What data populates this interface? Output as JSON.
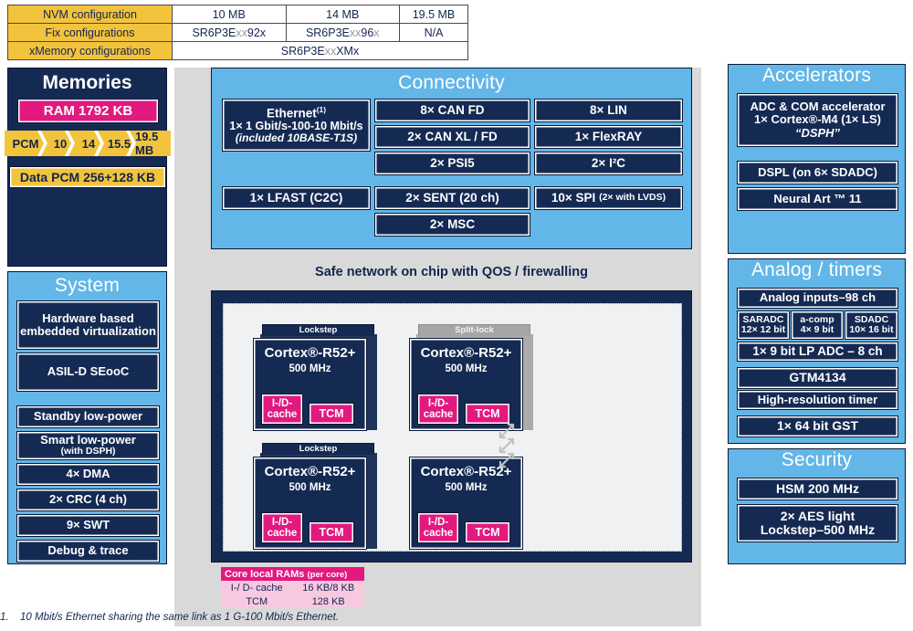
{
  "config_table": {
    "rows": [
      {
        "header": "NVM configuration",
        "cells": [
          "10 MB",
          "14 MB",
          "19.5 MB"
        ]
      },
      {
        "header": "Fix configurations",
        "cells": [
          "SR6P3Exx92x",
          "SR6P3Exx96x",
          "N/A"
        ]
      },
      {
        "header": "xMemory configurations",
        "cells": [
          "SR6P3ExxXMx"
        ]
      }
    ],
    "fix_parts": [
      {
        "a": "SR6P3E",
        "b": "xx",
        "c": "92x"
      },
      {
        "a": "SR6P3E",
        "b": "xx",
        "c": "96",
        "d": "x"
      }
    ],
    "xmemory_parts": {
      "a": "SR6P3E",
      "b": "xx",
      "c": "XMx"
    }
  },
  "memories": {
    "title": "Memories",
    "ram": "RAM 1792 KB",
    "pcm_segments": [
      "PCM",
      "10",
      "14",
      "15.5",
      "19.5 MB"
    ],
    "data_pcm": "Data PCM 256+128 KB"
  },
  "system": {
    "title": "System",
    "items": [
      {
        "label": "Hardware based embedded virtualization"
      },
      {
        "label": "ASIL-D SEooC"
      },
      {
        "label": "Standby low-power"
      },
      {
        "label": "Smart low-power",
        "sub": "(with DSPH)"
      },
      {
        "label": "4× DMA"
      },
      {
        "label": "2× CRC (4 ch)"
      },
      {
        "label": "9× SWT"
      },
      {
        "label": "Debug & trace"
      }
    ]
  },
  "connectivity": {
    "title": "Connectivity",
    "ethernet": {
      "line1": "Ethernet",
      "footnote_marker": "(1)",
      "line2": "1× 1 Gbit/s-100-10 Mbit/s",
      "line3": "(included 10BASE-T1S)"
    },
    "lfast": "1× LFAST (C2C)",
    "column_mid": [
      "8× CAN FD",
      "2× CAN XL / FD",
      "2× PSI5",
      "2× SENT (20 ch)",
      "2× MSC"
    ],
    "column_right": [
      "8× LIN",
      "1× FlexRAY",
      "2× I²C"
    ],
    "spi": {
      "main": "10× SPI",
      "sub": "(2× with LVDS)"
    }
  },
  "noc": {
    "label": "Safe network on chip with QOS / firewalling"
  },
  "cores": [
    {
      "tab": "Lockstep",
      "tab_style": "lock",
      "name": "Cortex®-R52+",
      "freq": "500 MHz",
      "cache": "I-/D-cache",
      "tcm": "TCM"
    },
    {
      "tab": "Split-lock",
      "tab_style": "split",
      "name": "Cortex®-R52+",
      "freq": "500 MHz",
      "cache": "I-/D-cache",
      "tcm": "TCM"
    },
    {
      "tab": "Lockstep",
      "tab_style": "lock",
      "name": "Cortex®-R52+",
      "freq": "500 MHz",
      "cache": "I-/D-cache",
      "tcm": "TCM"
    },
    {
      "tab": "",
      "tab_style": "none",
      "name": "Cortex®-R52+",
      "freq": "500 MHz",
      "cache": "I-/D-cache",
      "tcm": "TCM"
    }
  ],
  "core_ram_table": {
    "header": "Core local RAMs",
    "header_sub": "(per core)",
    "rows": [
      {
        "label": "I-/ D- cache",
        "value": "16 KB/8 KB"
      },
      {
        "label": "TCM",
        "value": "128 KB"
      }
    ]
  },
  "accelerators": {
    "title": "Accelerators",
    "main": {
      "line1": "ADC & COM accelerator",
      "line2": "1× Cortex®-M4 (1× LS)",
      "line3": "“DSPH”"
    },
    "items": [
      "DSPL (on 6× SDADC)",
      "Neural Art ™ 11"
    ]
  },
  "analog": {
    "title": "Analog / timers",
    "inputs": "Analog inputs–98 ch",
    "adc_row": [
      {
        "name": "SARADC",
        "spec": "12× 12 bit"
      },
      {
        "name": "a-comp",
        "spec": "4× 9 bit"
      },
      {
        "name": "SDADC",
        "spec": "10× 16 bit"
      }
    ],
    "lp_adc": "1× 9 bit LP ADC – 8 ch",
    "gtm": "GTM4134",
    "hrt": "High-resolution timer",
    "gst": "1× 64 bit GST"
  },
  "security": {
    "title": "Security",
    "hsm": "HSM 200 MHz",
    "aes": {
      "line1": "2× AES light",
      "line2": "Lockstep–500 MHz"
    }
  },
  "footnote": {
    "number": "1.",
    "text": "10 Mbit/s Ethernet sharing the same link as 1 G-100 Mbit/s Ethernet."
  },
  "colors": {
    "navy": "#152a53",
    "panel_blue": "#63b6e8",
    "pink": "#e2197f",
    "pink_light": "#f7c9e0",
    "yellow": "#f2c33c",
    "gray_band": "#d9d9d9",
    "gray_tab": "#a6a6a6"
  }
}
